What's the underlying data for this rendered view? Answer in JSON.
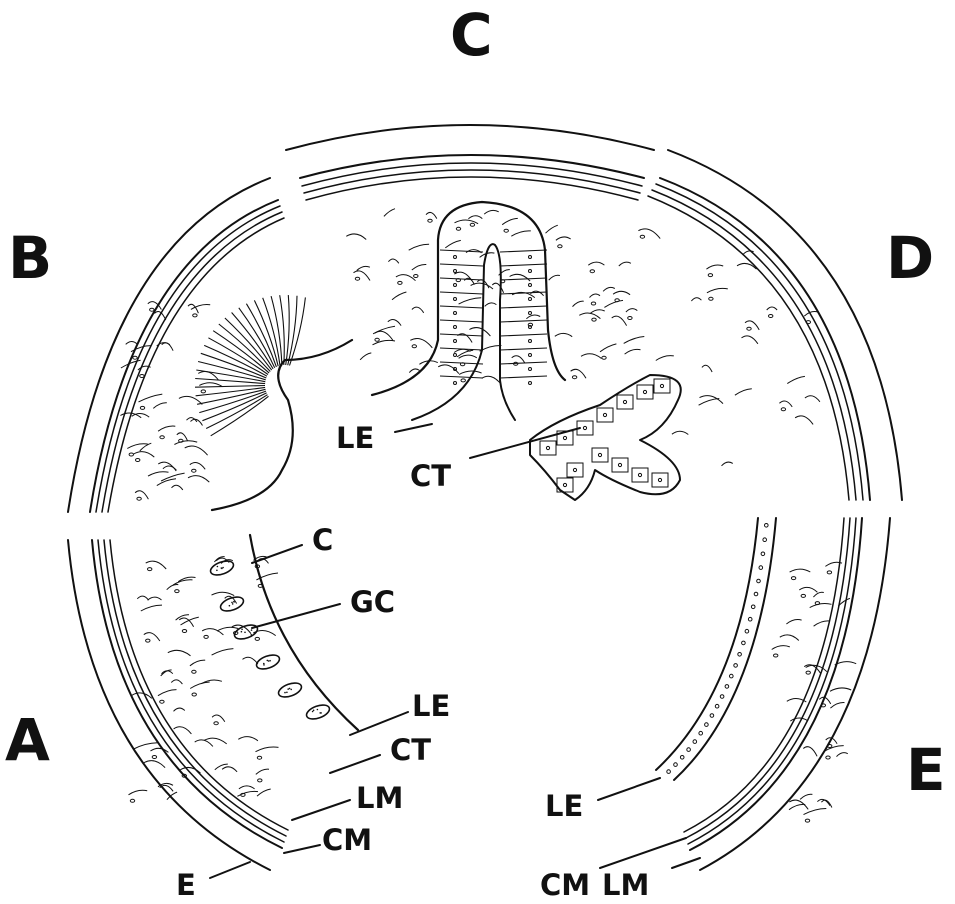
{
  "figure": {
    "panels": {
      "A": "A",
      "B": "B",
      "C": "C",
      "D": "D",
      "E": "E"
    },
    "labels_A": {
      "c": "C",
      "gc": "GC",
      "le": "LE",
      "ct": "CT",
      "lm": "LM",
      "cm": "CM",
      "e": "E"
    },
    "labels_C": {
      "le": "LE",
      "ct": "CT"
    },
    "labels_E": {
      "le": "LE",
      "cm": "CM",
      "lm": "LM"
    },
    "colors": {
      "ink": "#111111",
      "background": "#ffffff"
    }
  }
}
